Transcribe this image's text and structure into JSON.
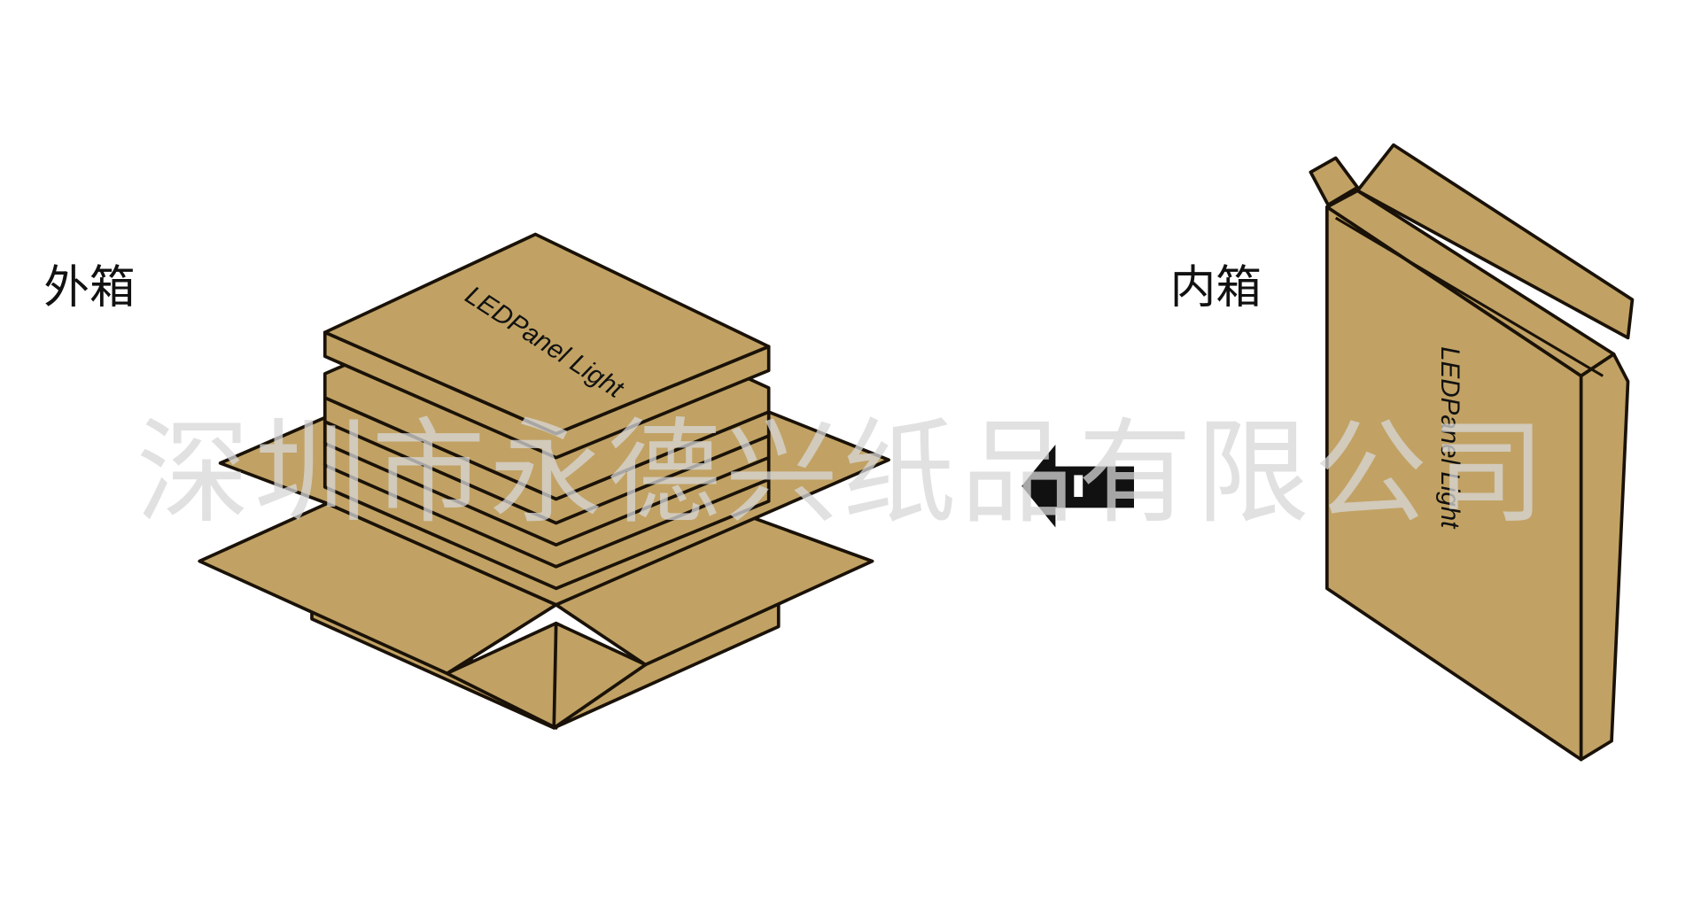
{
  "labels": {
    "outer_box": "外箱",
    "inner_box": "内箱"
  },
  "watermark": "深圳市永德兴纸品有限公司",
  "product_text": "LEDPanel Light",
  "colors": {
    "cardboard": "#C1A264",
    "outline": "#1a1208",
    "arrow": "#111111"
  },
  "icons": {
    "arrow": "arrow-left-icon"
  }
}
